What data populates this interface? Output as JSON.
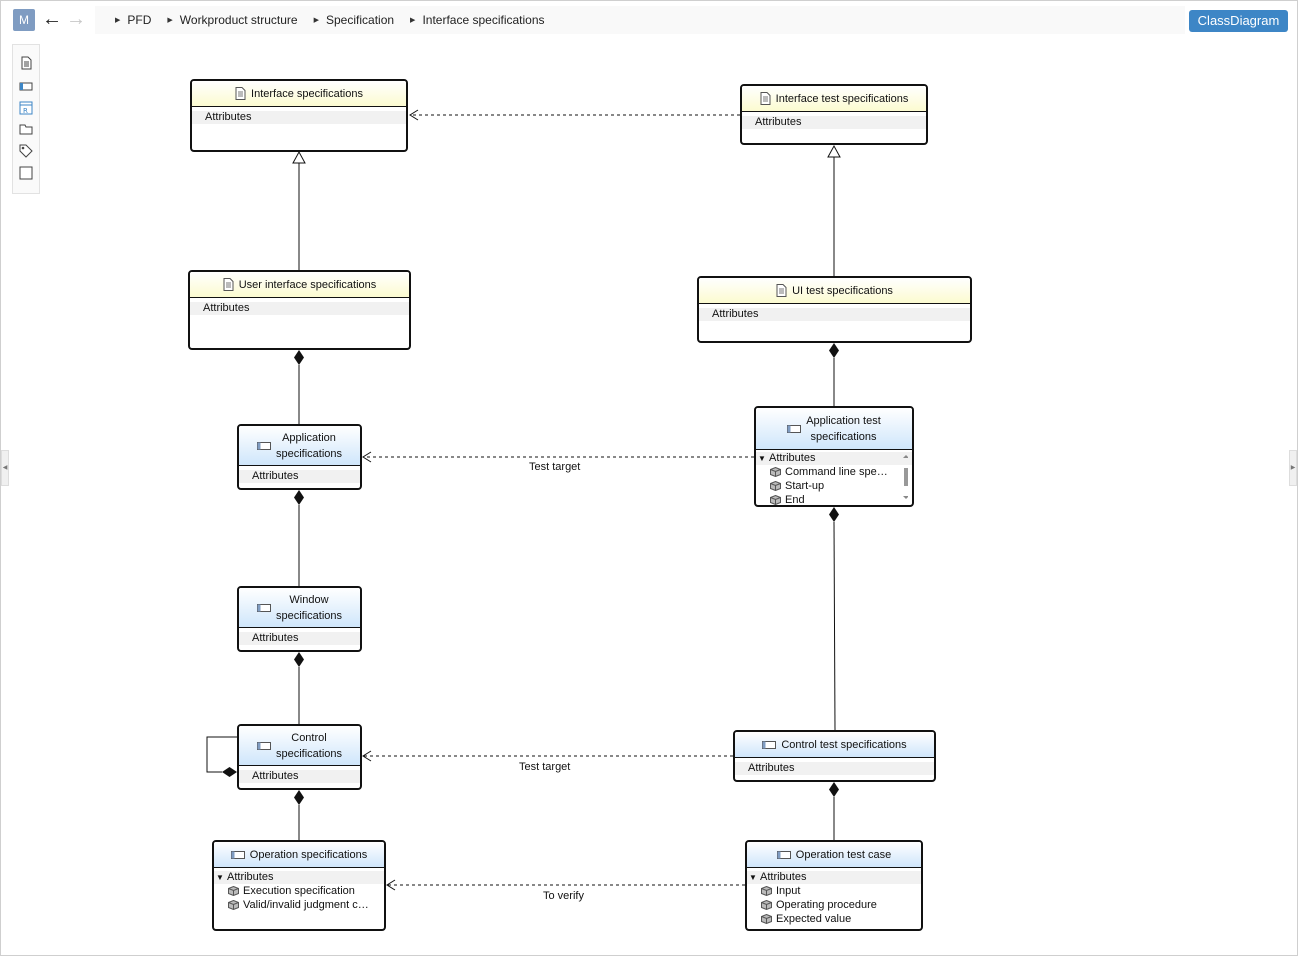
{
  "app": {
    "badge": "M"
  },
  "breadcrumb": [
    "PFD",
    "Workproduct structure",
    "Specification",
    "Interface specifications"
  ],
  "view_button": "ClassDiagram",
  "colors": {
    "accent": "#3d86c6",
    "doc_header": "#fcfbd0",
    "block_header": "#cfe6fb"
  },
  "palette": [
    "document-icon",
    "block-icon",
    "requirement-icon",
    "folder-icon",
    "tag-icon",
    "frame-icon"
  ],
  "classes": {
    "interface_spec": {
      "title": "Interface specifications",
      "section": "Attributes"
    },
    "interface_test_spec": {
      "title": "Interface test specifications",
      "section": "Attributes"
    },
    "user_interface_spec": {
      "title": "User interface specifications",
      "section": "Attributes"
    },
    "ui_test_spec": {
      "title": "UI test specifications",
      "section": "Attributes"
    },
    "application_spec": {
      "title_line1": "Application",
      "title_line2": "specifications",
      "section": "Attributes"
    },
    "application_test_spec": {
      "title_line1": "Application test",
      "title_line2": "specifications",
      "section": "Attributes",
      "items": [
        "Command line spe…",
        "Start-up",
        "End"
      ]
    },
    "window_spec": {
      "title_line1": "Window",
      "title_line2": "specifications",
      "section": "Attributes"
    },
    "control_spec": {
      "title_line1": "Control",
      "title_line2": "specifications",
      "section": "Attributes"
    },
    "control_test_spec": {
      "title": "Control test specifications",
      "section": "Attributes"
    },
    "operation_spec": {
      "title": "Operation specifications",
      "section": "Attributes",
      "items": [
        "Execution specification",
        "Valid/invalid judgment c…"
      ]
    },
    "operation_test_case": {
      "title": "Operation test case",
      "section": "Attributes",
      "items": [
        "Input",
        "Operating procedure",
        "Expected value"
      ]
    }
  },
  "edge_labels": {
    "application_link": "Test target",
    "control_link": "Test target",
    "operation_link": "To verify"
  }
}
